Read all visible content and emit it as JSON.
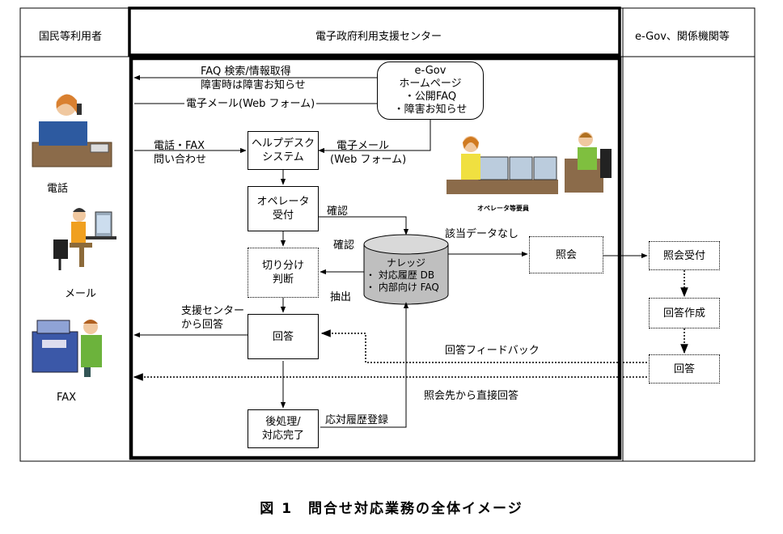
{
  "columns": {
    "left": "国民等利用者",
    "center": "電子政府利用支援センター",
    "right": "e-Gov、関係機関等"
  },
  "users": {
    "phone": "電話",
    "mail": "メール",
    "fax": "FAX"
  },
  "egov_box": {
    "line1": "e-Gov",
    "line2": "ホームページ",
    "line3": "・公開FAQ",
    "line4": "・障害お知らせ"
  },
  "nodes": {
    "helpdesk": [
      "ヘルプデスク",
      "システム"
    ],
    "operator": [
      "オペレータ",
      "受付"
    ],
    "triage": [
      "切り分け",
      "判断"
    ],
    "answer": "回答",
    "post": [
      "後処理/",
      "対応完了"
    ],
    "knowledge": [
      "ナレッジ",
      "・ 対応履歴 DB",
      "・ 内部向け FAQ"
    ],
    "inquiry": "照会",
    "inq_receive": "照会受付",
    "ans_create": "回答作成",
    "ext_answer": "回答"
  },
  "labels": {
    "faq_search": [
      "FAQ 検索/情報取得",
      "障害時は障害お知らせ"
    ],
    "email_web": "電子メール(Web フォーム)",
    "phone_fax": [
      "電話・FAX",
      "問い合わせ"
    ],
    "email_to_helpdesk": [
      "電子メール",
      "(Web フォーム)"
    ],
    "confirm1": "確認",
    "confirm2": "確認",
    "extract": "抽出",
    "no_data": "該当データなし",
    "support_answer": [
      "支援センター",
      "から回答"
    ],
    "feedback": "回答フィードバック",
    "direct_answer": "照会先から直接回答",
    "register": "応対履歴登録",
    "operators_caption": "オペレータ等要員"
  },
  "figure_title": "図 1　問合せ対応業務の全体イメージ"
}
